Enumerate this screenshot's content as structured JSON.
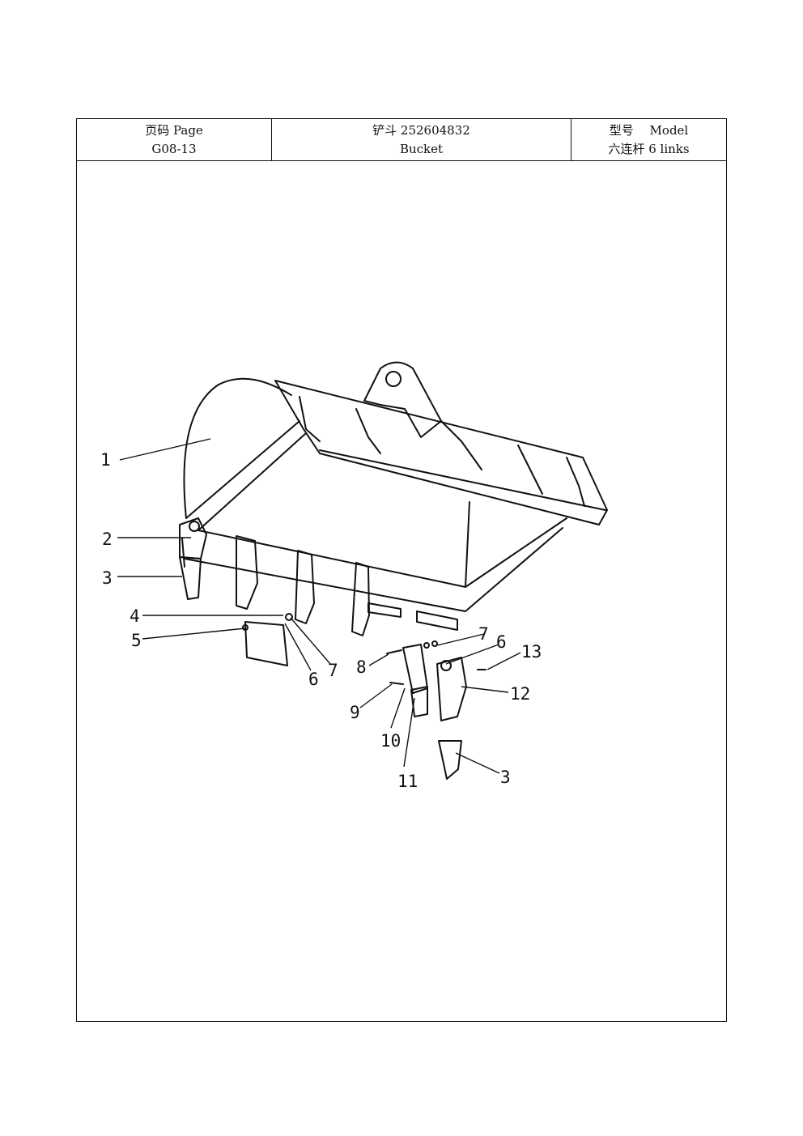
{
  "header": {
    "page_label": "页码 Page",
    "page_number": "G08-13",
    "part_title": "铲斗 252604832",
    "part_name": "Bucket",
    "model_label": "型号　 Model",
    "model_value": "六连杆 6 links"
  },
  "callouts": {
    "c1": "1",
    "c2": "2",
    "c3": "3",
    "c4": "4",
    "c5": "5",
    "c6a": "6",
    "c7a": "7",
    "c7b": "7",
    "c6b": "6",
    "c13": "13",
    "c8": "8",
    "c12": "12",
    "c9": "9",
    "c10": "10",
    "c11": "11",
    "c3b": "3"
  }
}
